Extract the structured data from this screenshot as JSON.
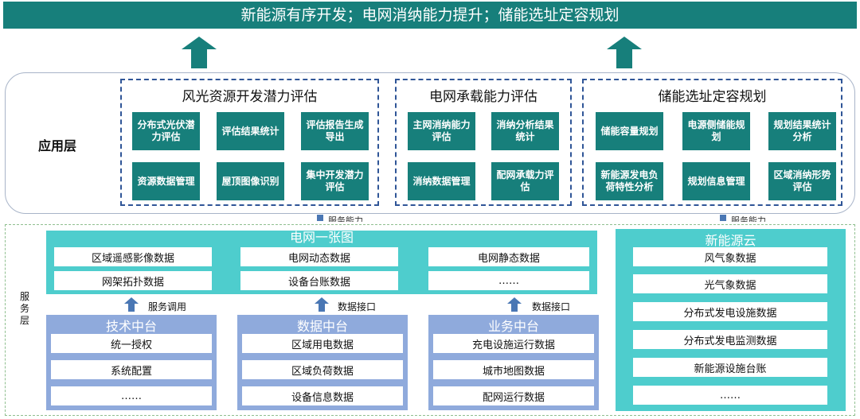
{
  "top_banner": "新能源有序开发；电网消纳能力提升；储能选址定容规划",
  "app_layer": {
    "label": "应用层",
    "groups": [
      {
        "title": "风光资源开发潜力评估",
        "tiles": [
          "分布式光伏潜力评估",
          "评估结果统计",
          "评估报告生成导出",
          "资源数据管理",
          "屋顶图像识别",
          "集中开发潜力评估"
        ]
      },
      {
        "title": "电网承载能力评估",
        "tiles": [
          "主网消纳能力评估",
          "消纳分析结果统计",
          "消纳数据管理",
          "配网承载力评估"
        ]
      },
      {
        "title": "储能选址定容规划",
        "tiles": [
          "储能容量规划",
          "电源侧储能规划",
          "规划结果统计分析",
          "新能源发电负荷特性分析",
          "规划信息管理",
          "区域消纳形势评估"
        ]
      }
    ]
  },
  "service_layer": {
    "label": "服务层",
    "connector_labels": [
      "服务能力",
      "服务能力"
    ],
    "grid_map": {
      "title": "电网一张图",
      "rows": [
        [
          "区域遥感影像数据",
          "电网动态数据",
          "电网静态数据"
        ],
        [
          "网架拓扑数据",
          "设备台账数据",
          "……"
        ]
      ]
    },
    "links": [
      "服务调用",
      "数据接口",
      "数据接口"
    ],
    "platforms": [
      {
        "title": "技术中台",
        "items": [
          "统一授权",
          "系统配置",
          "……"
        ]
      },
      {
        "title": "数据中台",
        "items": [
          "区域用电数据",
          "区域负荷数据",
          "设备信息数据"
        ]
      },
      {
        "title": "业务中台",
        "items": [
          "充电设施运行数据",
          "城市地图数据",
          "配网运行数据"
        ]
      }
    ],
    "new_energy_cloud": {
      "title": "新能源云",
      "items": [
        "风气象数据",
        "光气象数据",
        "分布式发电设施数据",
        "分布式发电监测数据",
        "新能源设施台账",
        "……"
      ]
    }
  },
  "colors": {
    "teal": "#177f7b",
    "cyan": "#4ecdcd",
    "blue_panel": "#8faadc",
    "dash": "#2f5597"
  }
}
